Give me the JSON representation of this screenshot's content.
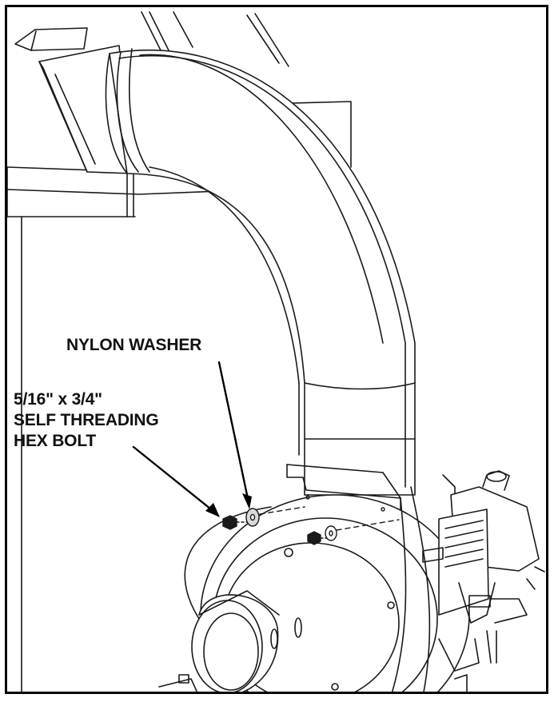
{
  "callouts": {
    "nylon_washer": "NYLON WASHER",
    "bolt_line1": "5/16\" x 3/4\"",
    "bolt_line2": "SELF THREADING",
    "bolt_line3": "HEX BOLT"
  },
  "colors": {
    "line": "#1a1a1a",
    "frame": "#000000",
    "background": "#ffffff"
  }
}
